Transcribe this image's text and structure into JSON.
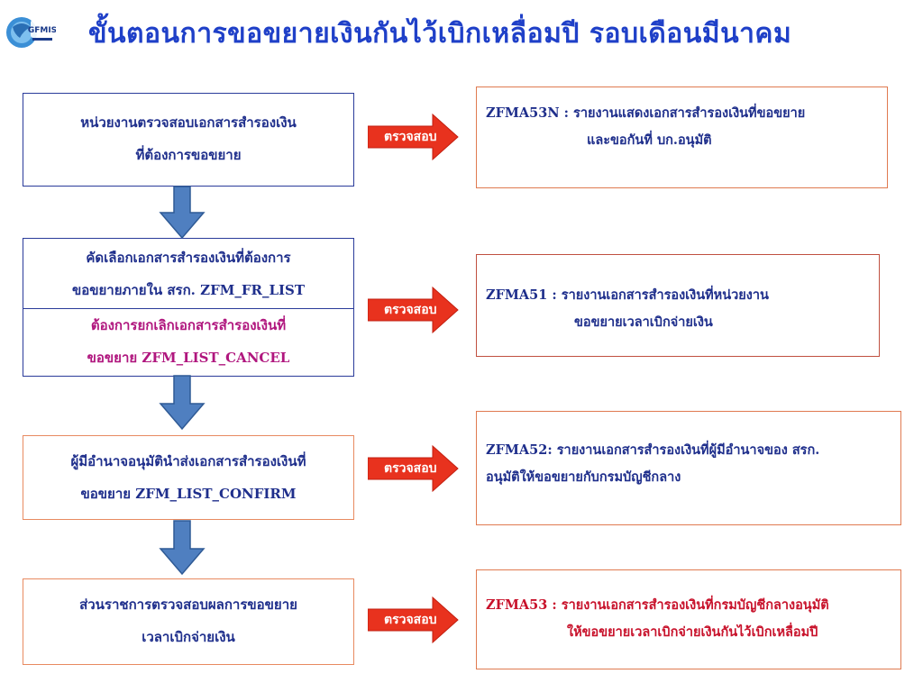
{
  "header": {
    "logo_text": "GFMIS",
    "title": "ขั้นตอนการขอขยายเงินกันไว้เบิกเหลื่อมปี รอบเดือนมีนาคม"
  },
  "steps": [
    {
      "lines": [
        "หน่วยงานตรวจสอบเอกสารสำรองเงิน",
        "ที่ต้องการขอขยาย"
      ]
    },
    {
      "top_lines": [
        "คัดเลือกเอกสารสำรองเงินที่ต้องการ",
        "ขอขยายภายใน สรก. ZFM_FR_LIST"
      ],
      "bottom_lines": [
        "ต้องการยกเลิกเอกสารสำรองเงินที่",
        "ขอขยาย  ZFM_LIST_CANCEL"
      ]
    },
    {
      "lines": [
        "ผู้มีอำนาจอนุมัตินำส่งเอกสารสำรองเงินที่",
        "ขอขยาย   ZFM_LIST_CONFIRM"
      ]
    },
    {
      "lines": [
        "ส่วนราชการตรวจสอบผลการขอขยาย",
        "เวลาเบิกจ่ายเงิน"
      ]
    }
  ],
  "check_label": "ตรวจสอบ",
  "reports": [
    {
      "lines": [
        "ZFMA53N :  รายงานแสดงเอกสารสำรองเงินที่ขอขยาย",
        "และขอกันที่ บก.อนุมัติ"
      ]
    },
    {
      "lines": [
        "ZFMA51 :  รายงานเอกสารสำรองเงินที่หน่วยงาน",
        "ขอขยายเวลาเบิกจ่ายเงิน"
      ]
    },
    {
      "lines": [
        "ZFMA52: รายงานเอกสารสำรองเงินที่ผู้มีอำนาจของ สรก.",
        "อนุมัติให้ขอขยายกับกรมบัญชีกลาง"
      ]
    },
    {
      "lines": [
        "ZFMA53 : รายงานเอกสารสำรองเงินที่กรมบัญชีกลางอนุมัติ",
        "ให้ขอขยายเวลาเบิกจ่ายเงินกันไว้เบิกเหลื่อมปี"
      ]
    }
  ],
  "colors": {
    "title": "#1f40c8",
    "box_text": "#1f2f8c",
    "cancel_text": "#b0167e",
    "final_report_text": "#c8122b",
    "check_arrow": "#e8321e",
    "down_arrow": "#4f7fc0"
  }
}
